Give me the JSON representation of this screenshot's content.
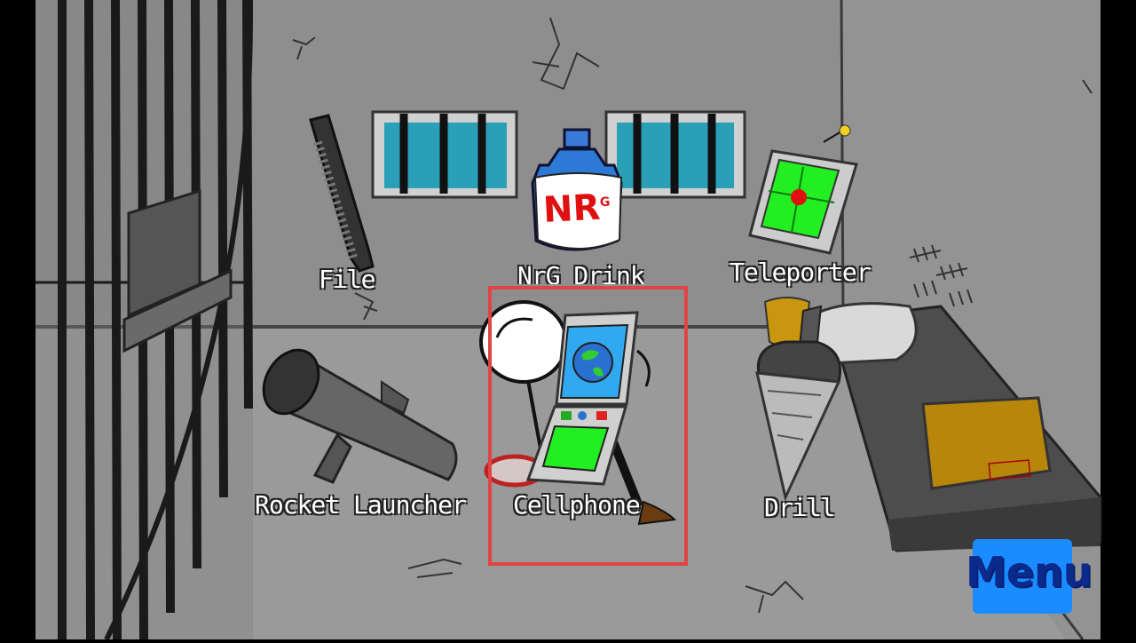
{
  "items": [
    {
      "id": "file",
      "label": "File"
    },
    {
      "id": "nrg-drink",
      "label": "NrG Drink"
    },
    {
      "id": "teleporter",
      "label": "Teleporter"
    },
    {
      "id": "rocket-launcher",
      "label": "Rocket Launcher"
    },
    {
      "id": "cellphone",
      "label": "Cellphone"
    },
    {
      "id": "drill",
      "label": "Drill"
    }
  ],
  "drink_logo": "NR",
  "drink_logo_sup": "G",
  "menu_label": "Menu",
  "selected_item": "cellphone",
  "colors": {
    "selection": "#e04444",
    "menu_bg": "#1a8cff",
    "menu_text": "#0b2a8c",
    "screen_green": "#22ee22",
    "water": "#2aa0b8",
    "crate": "#b8860b"
  }
}
